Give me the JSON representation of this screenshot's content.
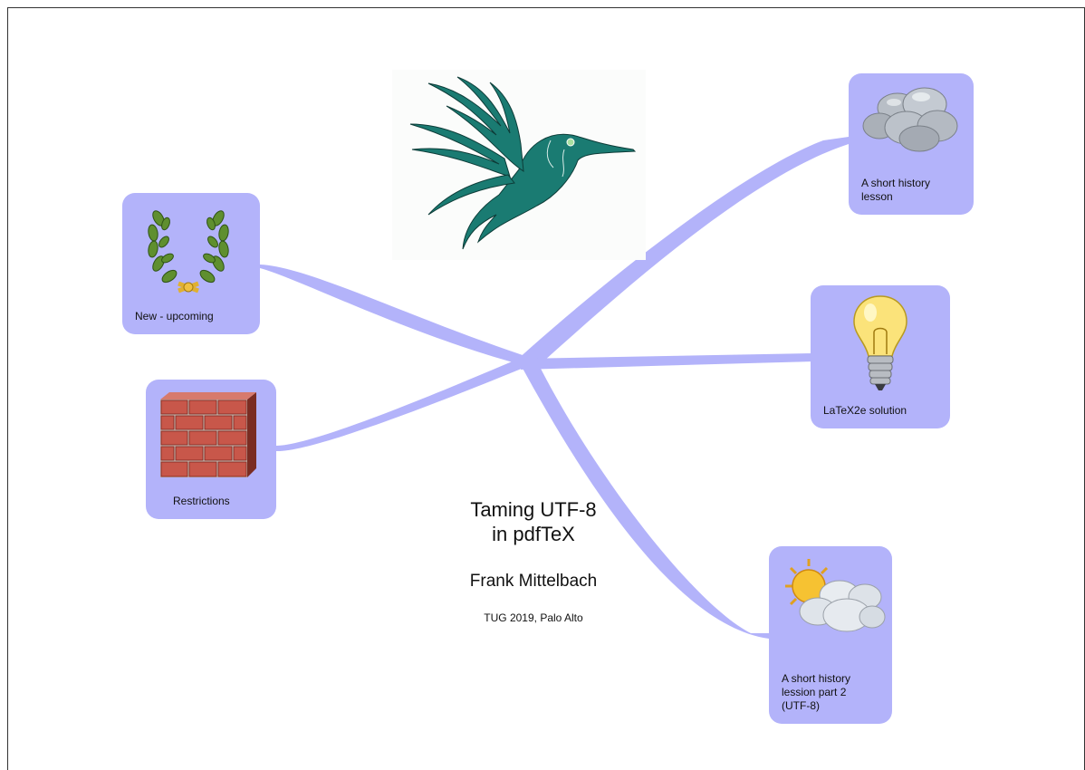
{
  "slide": {
    "title_line1": "Taming UTF-8",
    "title_line2": "in pdfTeX",
    "author": "Frank Mittelbach",
    "event": "TUG 2019, Palo Alto"
  },
  "nodes": {
    "new_upcoming": {
      "label": "New - upcoming",
      "icon": "laurel-wreath-icon"
    },
    "restrictions": {
      "label": "Restrictions",
      "icon": "brick-wall-icon"
    },
    "history": {
      "label": "A short history lesson",
      "icon": "cloud-icon"
    },
    "solution": {
      "label": "LaTeX2e solution",
      "icon": "lightbulb-icon"
    },
    "history2": {
      "label": "A short history lession part 2 (UTF-8)",
      "icon": "sun-cloud-icon"
    }
  },
  "colors": {
    "node_fill": "#b3b3fa",
    "connector": "#b3b3fa",
    "bird": "#1a7b72"
  }
}
